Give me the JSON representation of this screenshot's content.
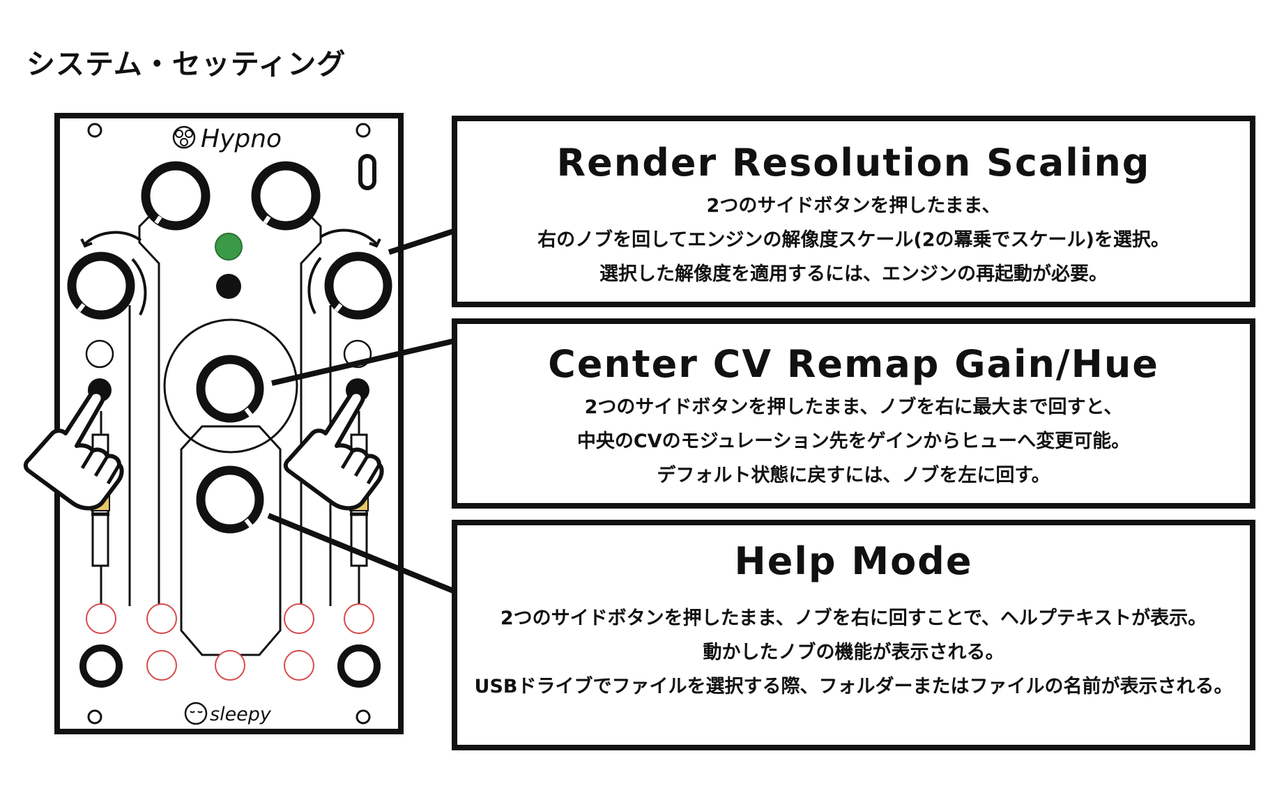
{
  "page_title": "システム・セッティング",
  "module": {
    "brand": "Hypno",
    "maker": "sleepy",
    "colors": {
      "led_green": "#3a9a46",
      "slider_accent": "#e8c866",
      "jack_outline": "#d64a4a",
      "ink": "#111111"
    }
  },
  "callouts": {
    "render": {
      "title": "Render Resolution Scaling",
      "lines": [
        "2つのサイドボタンを押したまま、",
        "右のノブを回してエンジンの解像度スケール(2の冪乗でスケール)を選択。",
        "選択した解像度を適用するには、エンジンの再起動が必要。"
      ]
    },
    "cv": {
      "title": "Center CV Remap Gain/Hue",
      "lines": [
        "2つのサイドボタンを押したまま、ノブを右に最大まで回すと、",
        "中央のCVのモジュレーション先をゲインからヒューへ変更可能。",
        "デフォルト状態に戻すには、ノブを左に回す。"
      ]
    },
    "help": {
      "title": "Help Mode",
      "lines": [
        "2つのサイドボタンを押したまま、ノブを右に回すことで、ヘルプテキストが表示。",
        "動かしたノブの機能が表示される。",
        "USBドライブでファイルを選択する際、フォルダーまたはファイルの名前が表示される。"
      ]
    }
  }
}
